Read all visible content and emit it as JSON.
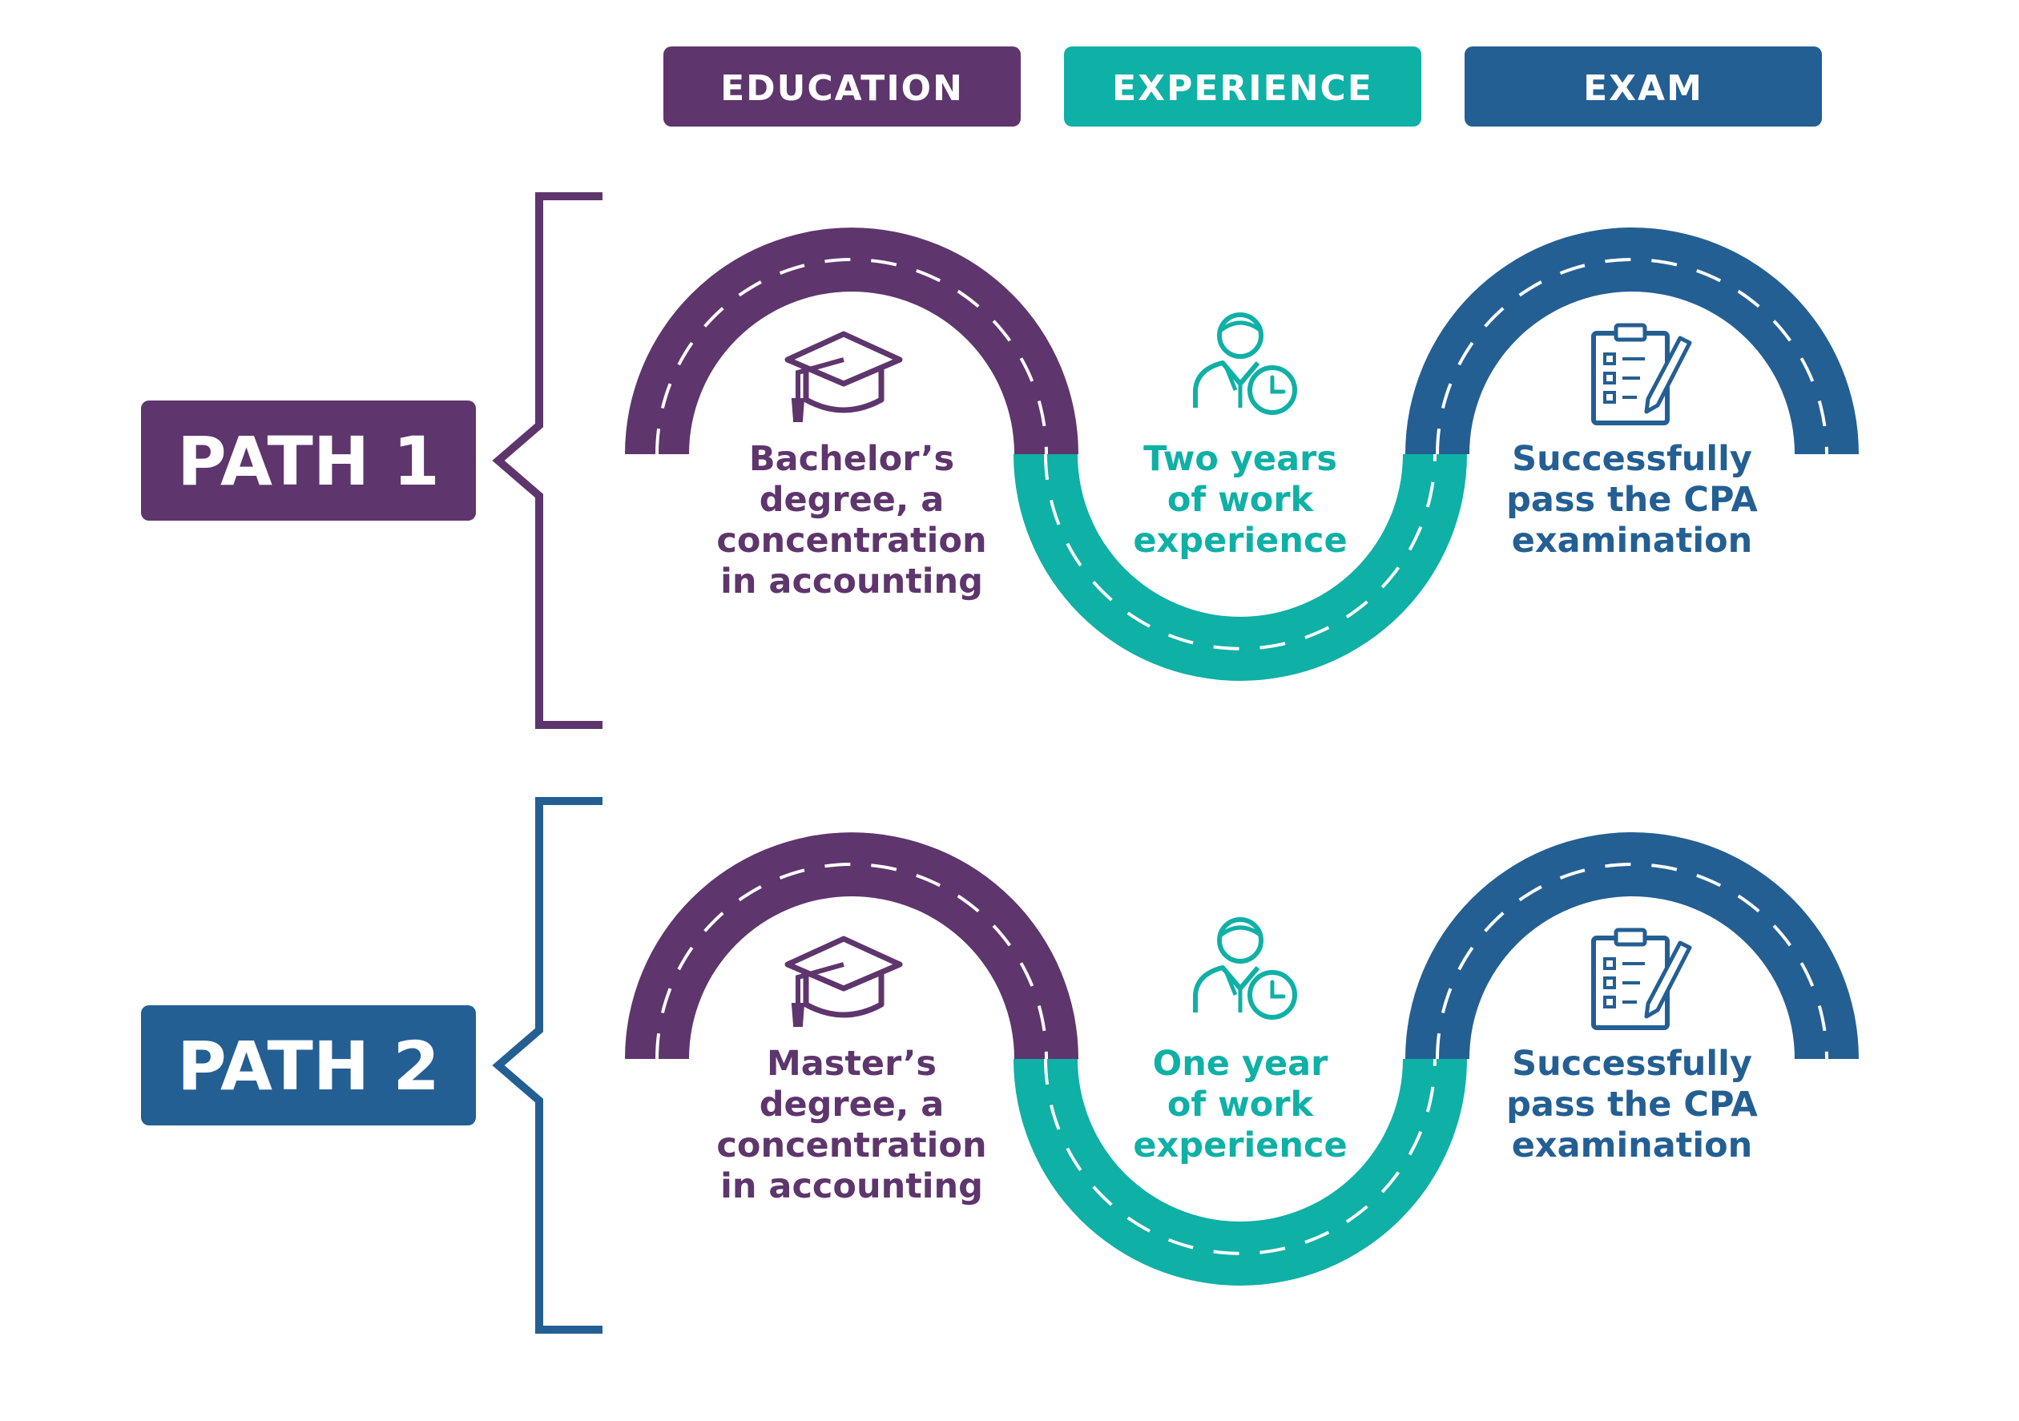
{
  "colors": {
    "education": "#5e356c",
    "experience": "#0fb0a6",
    "exam": "#245f93"
  },
  "headers": {
    "education": "EDUCATION",
    "experience": "EXPERIENCE",
    "exam": "EXAM"
  },
  "paths": [
    {
      "label": "PATH 1",
      "education": [
        "Bachelor’s",
        "degree, a",
        "concentration",
        "in accounting"
      ],
      "experience": [
        "Two years",
        "of work",
        "experience"
      ],
      "exam": [
        "Successfully",
        "pass the CPA",
        "examination"
      ]
    },
    {
      "label": "PATH 2",
      "education": [
        "Master’s",
        "degree, a",
        "concentration",
        "in accounting"
      ],
      "experience": [
        "One year",
        "of work",
        "experience"
      ],
      "exam": [
        "Successfully",
        "pass the CPA",
        "examination"
      ]
    }
  ],
  "icons": {
    "education": "graduation-cap-icon",
    "experience": "person-clock-icon",
    "exam": "clipboard-checklist-icon"
  }
}
